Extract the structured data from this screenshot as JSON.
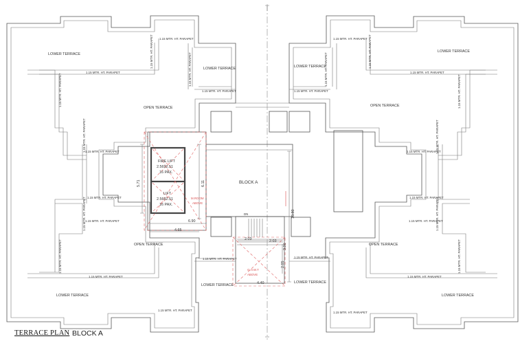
{
  "title": "TERRACE PLAN",
  "subtitle": "BLOCK A",
  "labels": {
    "lower_terrace": "LOWER TERRACE",
    "open_terrace": "OPEN TERRACE",
    "parapet": "1.15 MTR. HT. PARAPET",
    "block": "BLOCK A",
    "fire_lift": "FIRE LIFT",
    "lift": "LIFT",
    "lift_spec": "2.5692.51",
    "lift_pax": "16 PAX.",
    "machine_room": "M.ROOM",
    "machine_room_2": "ABOVE",
    "ohwt": "O.H.W.T",
    "ohwt_2": "ABOVE",
    "dn": "DN"
  },
  "dimensions": {
    "d571": "5.71",
    "d611": "6.11",
    "d465": "4.65",
    "d690": "6.90",
    "d1080": "10.80",
    "d203a": "2.03",
    "d203b": "2.03",
    "d205": "2.05",
    "d326": "3.26",
    "d440": "4.40"
  },
  "colors": {
    "line": "#555555",
    "accent_red": "#e06060"
  }
}
